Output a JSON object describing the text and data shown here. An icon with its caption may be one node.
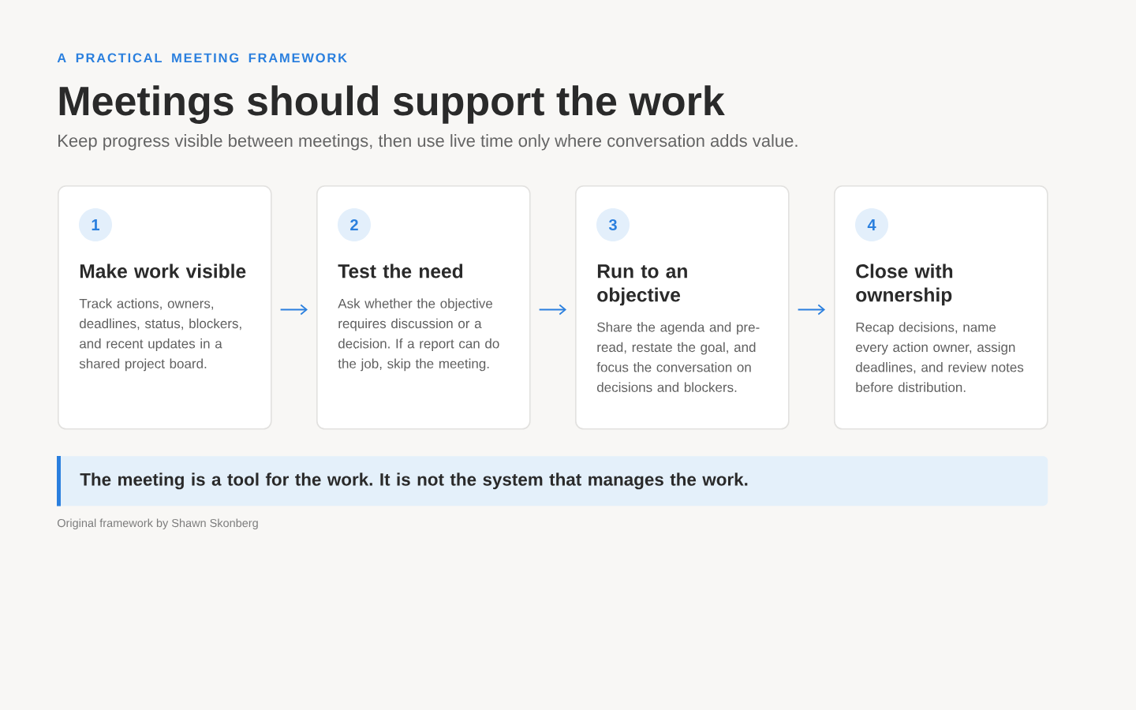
{
  "diagram": {
    "title": "Meetings should support the work",
    "nodes": [
      {
        "text": [
          "Make work visible",
          "Track actions, owners, deadlines, status, blockers, and recent updates in a shared project board."
        ]
      },
      {
        "text": [
          "1"
        ],
        "in": 0
      },
      {
        "text": [
          "Test the need",
          "Ask whether the objective requires discussion or a decision. If a report can do the job, skip the meeting."
        ]
      },
      {
        "text": [
          "2"
        ],
        "in": 2
      },
      {
        "text": [
          "Run to an objective",
          "Share the agenda and pre-read, restate the goal, and focus the conversation on decisions and blockers."
        ]
      },
      {
        "text": [
          "3"
        ],
        "in": 4
      },
      {
        "text": [
          "Close with ownership",
          "Recap decisions, name every action owner, assign deadlines, and review notes before distribution."
        ]
      },
      {
        "text": [
          "4"
        ],
        "in": 6
      },
      {
        "text": [
          "The meeting is a tool for the work. It is not the system that manages the work."
        ]
      }
    ],
    "edges": [
      {
        "from": 0,
        "to": 2,
        "arrow": "to"
      },
      {
        "from": 2,
        "to": 4,
        "arrow": "to"
      },
      {
        "from": 4,
        "to": 6,
        "arrow": "to"
      }
    ],
    "labels": [
      "A PRACTICAL MEETING FRAMEWORK",
      "Keep progress visible between meetings, then use live time only where conversation adds value.",
      "Original framework by Shawn Skonberg"
    ]
  }
}
